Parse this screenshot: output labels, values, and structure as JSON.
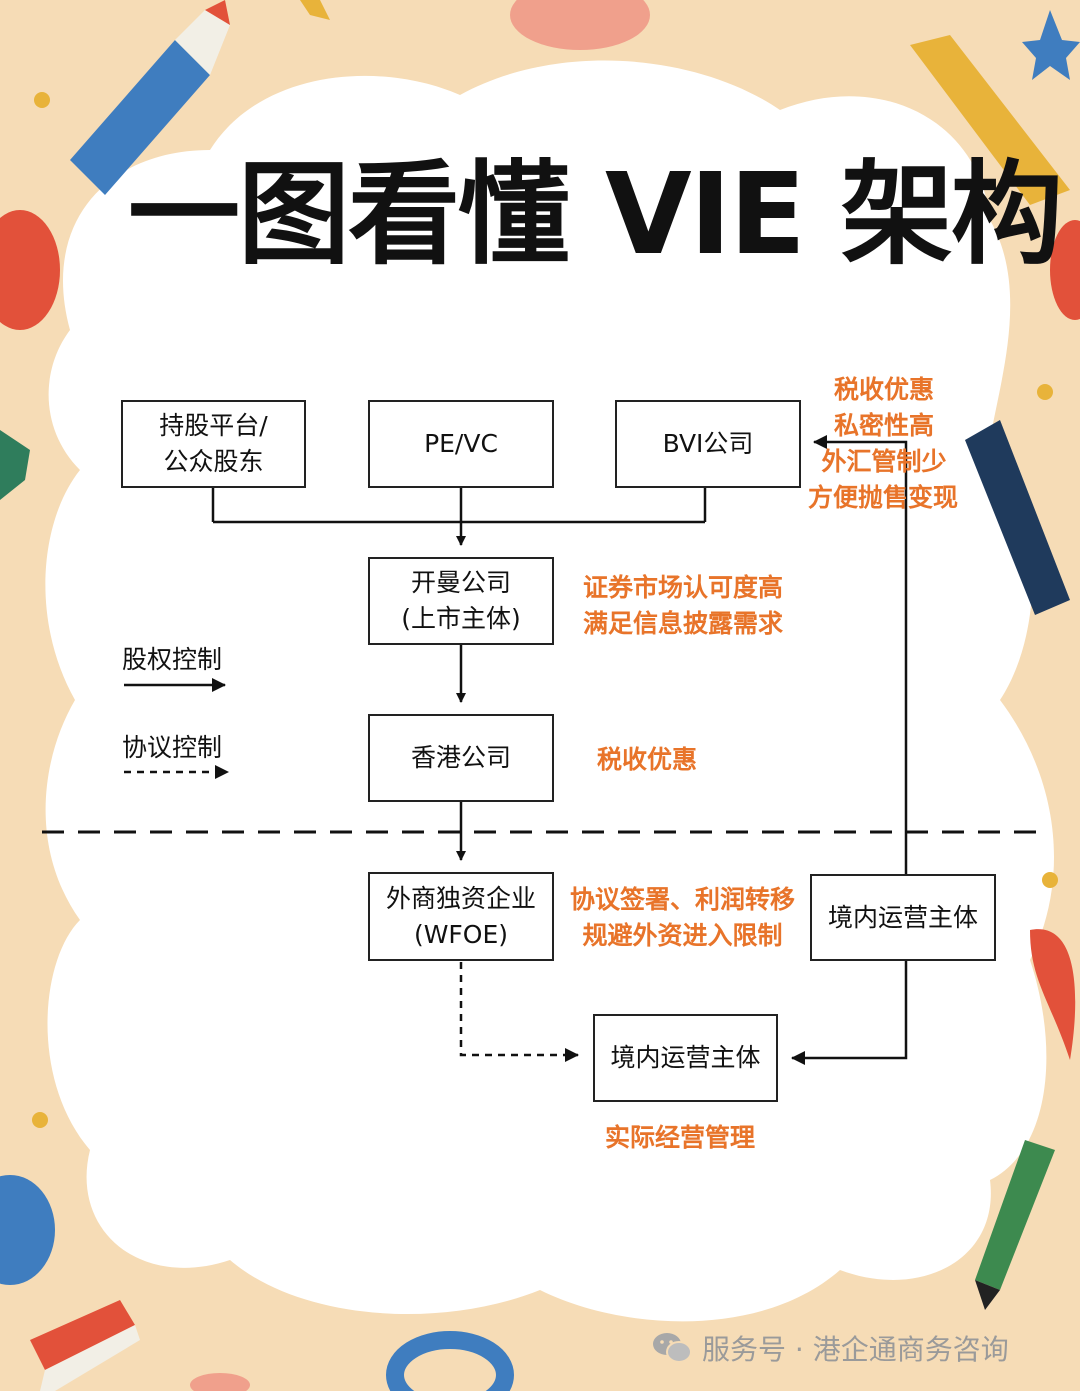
{
  "title": "一图看懂 VIE 架构",
  "colors": {
    "page_background": "#f6dcb6",
    "panel": "#ffffff",
    "annotation_orange": "#e8742a",
    "box_border": "#222222"
  },
  "legend": {
    "equity_control": "股权控制",
    "agreement_control": "协议控制"
  },
  "nodes": {
    "shareholding_platform": {
      "line1": "持股平台/",
      "line2": "公众股东"
    },
    "pe_vc": {
      "label": "PE/VC"
    },
    "bvi_company": {
      "label": "BVI公司"
    },
    "cayman_company": {
      "line1": "开曼公司",
      "line2": "(上市主体)"
    },
    "hk_company": {
      "label": "香港公司"
    },
    "wfoe": {
      "line1": "外商独资企业",
      "line2": "(WFOE)"
    },
    "domestic_entity_right": {
      "label": "境内运营主体"
    },
    "domestic_entity_bottom": {
      "label": "境内运营主体"
    }
  },
  "annotations": {
    "bvi": [
      "税收优惠",
      "私密性高",
      "外汇管制少",
      "方便抛售变现"
    ],
    "cayman": [
      "证券市场认可度高",
      "满足信息披露需求"
    ],
    "hk": [
      "税收优惠"
    ],
    "wfoe": [
      "协议签署、利润转移",
      "规避外资进入限制"
    ],
    "domestic": [
      "实际经营管理"
    ]
  },
  "watermark": "服务号 · 港企通商务咨询"
}
